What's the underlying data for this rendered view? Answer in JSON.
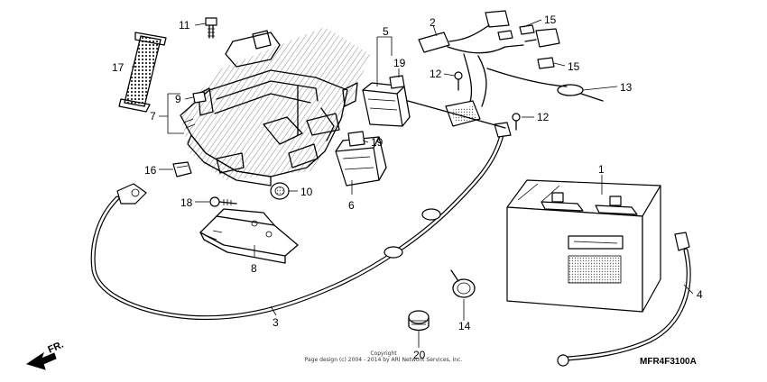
{
  "diagram": {
    "code": "MFR4F3100A",
    "direction": "FR.",
    "copyright": {
      "line1": "Copyright",
      "line2": "Page design (c) 2004 - 2014 by ARI Network Services, Inc."
    },
    "callouts": [
      {
        "id": "c1",
        "label": "1"
      },
      {
        "id": "c2",
        "label": "2"
      },
      {
        "id": "c3",
        "label": "3"
      },
      {
        "id": "c4",
        "label": "4"
      },
      {
        "id": "c5",
        "label": "5"
      },
      {
        "id": "c6",
        "label": "6"
      },
      {
        "id": "c7",
        "label": "7"
      },
      {
        "id": "c8",
        "label": "8"
      },
      {
        "id": "c9",
        "label": "9"
      },
      {
        "id": "c10",
        "label": "10"
      },
      {
        "id": "c11",
        "label": "11"
      },
      {
        "id": "c12a",
        "label": "12"
      },
      {
        "id": "c12b",
        "label": "12"
      },
      {
        "id": "c13",
        "label": "13"
      },
      {
        "id": "c14",
        "label": "14"
      },
      {
        "id": "c15a",
        "label": "15"
      },
      {
        "id": "c15b",
        "label": "15"
      },
      {
        "id": "c16",
        "label": "16"
      },
      {
        "id": "c17",
        "label": "17"
      },
      {
        "id": "c18",
        "label": "18"
      },
      {
        "id": "c19a",
        "label": "19"
      },
      {
        "id": "c19b",
        "label": "19"
      },
      {
        "id": "c20",
        "label": "20"
      }
    ]
  }
}
